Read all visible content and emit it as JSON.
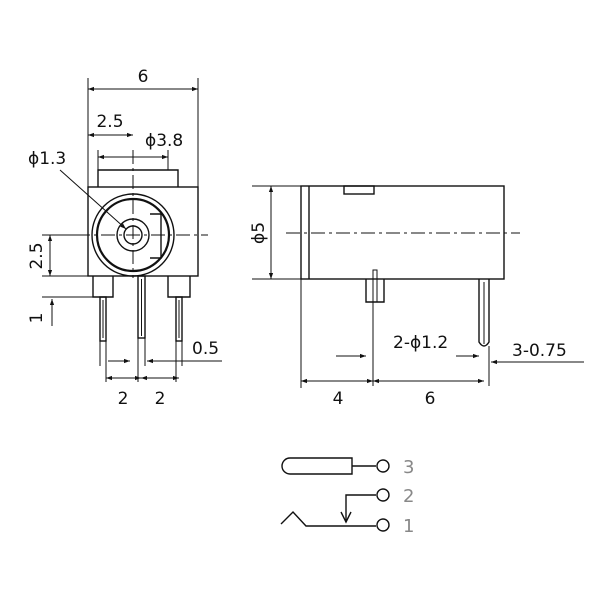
{
  "front_view": {
    "width": "6",
    "center_offset": "2.5",
    "hole_diameter": "ϕ1.3",
    "bore_diameter": "ϕ3.8",
    "center_height": "2.5",
    "pin_standoff": "1",
    "pin_width": "0.5",
    "pin_pitch_1": "2",
    "pin_pitch_2": "2"
  },
  "side_view": {
    "body_diameter": "ϕ5",
    "pin_hole": "2-ϕ1.2",
    "pin_thickness": "3-0.75",
    "front_to_pin": "4",
    "pin_spacing": "6"
  },
  "schematic": {
    "pins": [
      "3",
      "2",
      "1"
    ]
  }
}
